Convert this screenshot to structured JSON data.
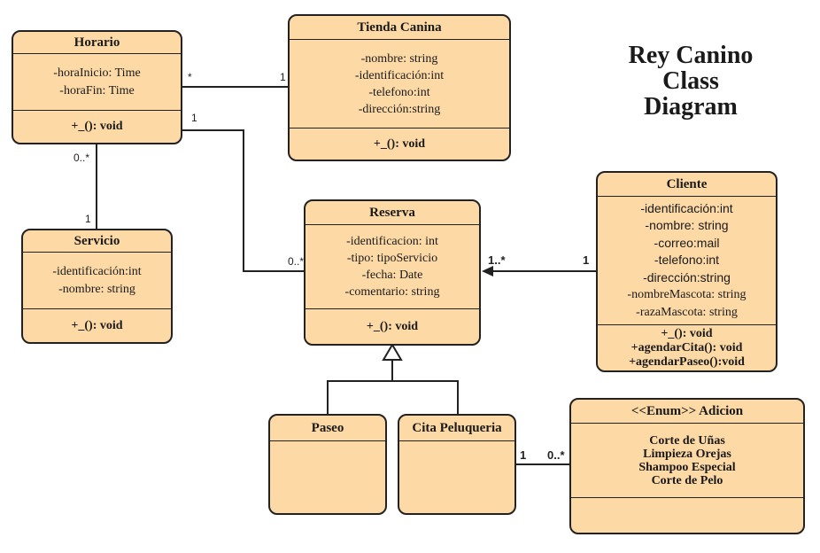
{
  "title_lines": [
    "Rey Canino",
    "Class",
    "Diagram"
  ],
  "classes": {
    "horario": {
      "name": "Horario",
      "attributes": [
        "-horaInicio: Time",
        "-horaFin: Time"
      ],
      "methods": [
        "+_(): void"
      ]
    },
    "tienda": {
      "name": "Tienda Canina",
      "attributes": [
        "-nombre: string",
        "-identificación:int",
        "-telefono:int",
        "-dirección:string"
      ],
      "methods": [
        "+_(): void"
      ]
    },
    "servicio": {
      "name": "Servicio",
      "attributes": [
        "-identificación:int",
        "-nombre: string"
      ],
      "methods": [
        "+_(): void"
      ]
    },
    "reserva": {
      "name": "Reserva",
      "attributes": [
        "-identificacion: int",
        "-tipo: tipoServicio",
        "-fecha:  Date",
        "-comentario: string"
      ],
      "methods": [
        "+_(): void"
      ]
    },
    "cliente": {
      "name": "Cliente",
      "attributes": [
        "-identificación:int",
        "-nombre: string",
        "-correo:mail",
        "-telefono:int",
        "-dirección:string",
        "-nombreMascota: string",
        "-razaMascota: string"
      ],
      "methods": [
        "+_(): void",
        "+agendarCita(): void",
        "+agendarPaseo():void"
      ]
    },
    "paseo": {
      "name": "Paseo"
    },
    "cita": {
      "name": "Cita Peluqueria"
    },
    "adicion": {
      "name": "<<Enum>> Adicion",
      "literals": [
        "Corte de Uñas",
        "Limpieza Orejas",
        "Shampoo Especial",
        "Corte de Pelo"
      ]
    }
  },
  "multiplicities": {
    "horario_tienda_h": "*",
    "horario_tienda_t": "1",
    "horario_reserva_h": "1",
    "horario_reserva_r": "0..*",
    "horario_servicio_h": "0..*",
    "horario_servicio_s": "1",
    "cliente_reserva_r": "1..*",
    "cliente_reserva_c": "1",
    "cita_adicion_c": "1",
    "cita_adicion_a": "0..*"
  }
}
